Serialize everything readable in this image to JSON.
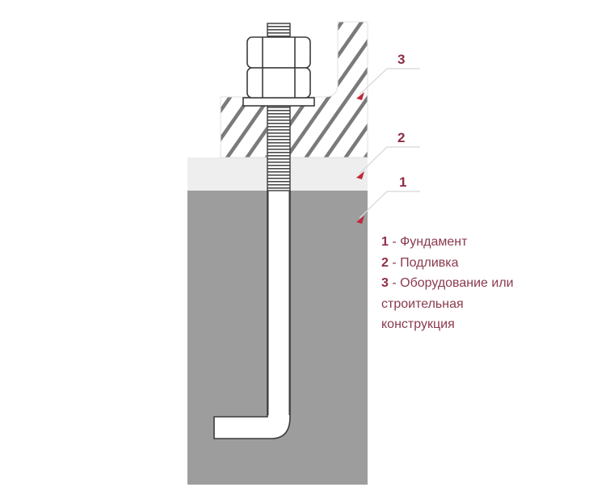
{
  "diagram": {
    "subject": "anchor-bolt-installation",
    "colors": {
      "foundation": "#9d9d9d",
      "grout": "#eeeeee",
      "hatch_fill": "#ffffff",
      "hatch_lines": "#777777",
      "bolt_fill": "#ffffff",
      "outline": "#3c3c3c",
      "callout_line": "#dadada",
      "arrow": "#c0283a",
      "label_text": "#8e2d46"
    },
    "callouts": [
      {
        "number": "3",
        "target": "equipment-structure"
      },
      {
        "number": "2",
        "target": "grout-layer"
      },
      {
        "number": "1",
        "target": "foundation"
      }
    ]
  },
  "legend": {
    "items": [
      {
        "number": "1",
        "separator": " - ",
        "text": "Фундамент"
      },
      {
        "number": "2",
        "separator": " - ",
        "text": "Подливка"
      },
      {
        "number": "3",
        "separator": " - ",
        "text": "Оборудование или"
      }
    ],
    "continuation": [
      "строительная",
      "конструкция"
    ]
  }
}
